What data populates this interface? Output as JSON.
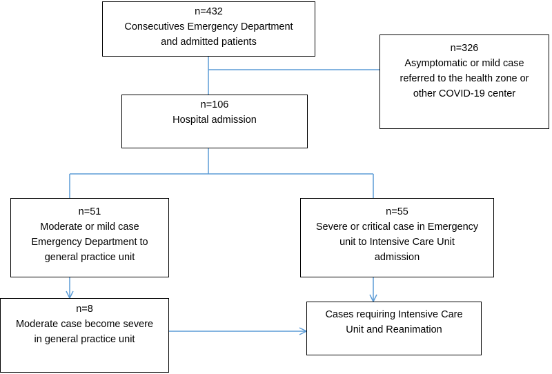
{
  "colors": {
    "connector": "#5b9bd5",
    "border": "#000000",
    "text": "#000000"
  },
  "boxes": {
    "total": {
      "n": "n=432",
      "lines": [
        "Consecutives Emergency Department",
        "and admitted patients"
      ]
    },
    "referred": {
      "n": "n=326",
      "lines": [
        "Asymptomatic or mild case",
        "referred to the health zone or",
        "other COVID-19 center"
      ]
    },
    "hospital": {
      "n": "n=106",
      "lines": [
        "Hospital admission"
      ]
    },
    "moderate": {
      "n": "n=51",
      "lines": [
        "Moderate or mild case",
        "Emergency Department to",
        "general practice unit"
      ]
    },
    "severe": {
      "n": "n=55",
      "lines": [
        "Severe or critical case in Emergency",
        "unit to Intensive Care Unit",
        "admission"
      ]
    },
    "worsened": {
      "n": "n=8",
      "lines": [
        "Moderate case become severe",
        "in general practice unit"
      ]
    },
    "icu": {
      "n": "",
      "lines": [
        "Cases requiring Intensive Care",
        "Unit and Reanimation"
      ]
    }
  }
}
